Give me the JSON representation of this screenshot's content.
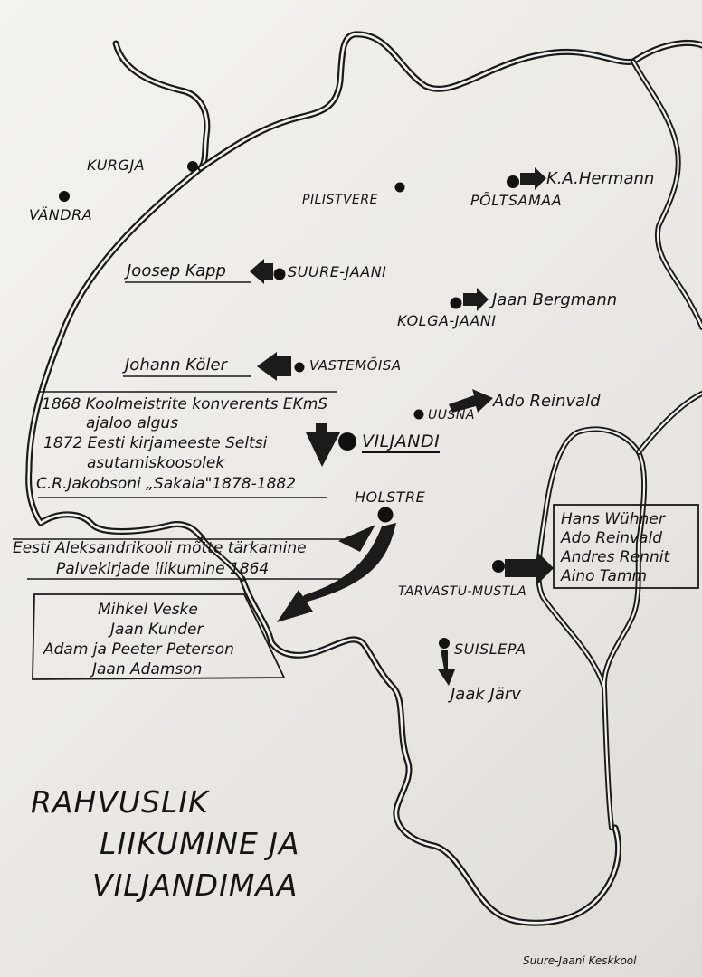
{
  "map": {
    "title": [
      "RAHVUSLIK",
      "LIIKUMINE JA",
      "VILJANDIMAA"
    ],
    "credit": "Suure-Jaani Keskkool",
    "places": {
      "kurgja": "KURGJA",
      "vandra": "VÄNDRA",
      "pilistvere": "PILISTVERE",
      "poltsamaa": "PÕLTSAMAA",
      "suure_jaani": "SUURE-JAANI",
      "kolga_jaani": "KOLGA-JAANI",
      "vastemoisa": "VASTEMÕISA",
      "uusna": "UUSNA",
      "viljandi": "VILJANDI",
      "holstre": "HOLSTRE",
      "tarvastu_mustla": "TARVASTU-MUSTLA",
      "suislepa": "SUISLEPA"
    },
    "people": {
      "ka_hermann": "K.A.Hermann",
      "joosep_kapp": "Joosep Kapp",
      "jaan_bergmann": "Jaan Bergmann",
      "johann_koler": "Johann Köler",
      "ado_reinvald": "Ado Reinvald",
      "jaak_jarv": "Jaak Järv"
    },
    "viljandi_events": [
      "1868 Koolmeistrite konverents EKmS",
      "ajaloo algus",
      "1872 Eesti kirjameeste Seltsi",
      "asutamiskoosolek",
      "C.R.Jakobsoni „Sakala\"1878-1882"
    ],
    "holstre_events": [
      "Eesti Aleksandrikooli mõtte tärkamine",
      "Palvekirjade liikumine 1864"
    ],
    "holstre_people": [
      "Mihkel Veske",
      "Jaan Kunder",
      "Adam ja Peeter Peterson",
      "Jaan Adamson"
    ],
    "tarvastu_people": [
      "Hans Wühner",
      "Ado Reinvald",
      "Andres Rennit",
      "Aino Tamm"
    ]
  }
}
